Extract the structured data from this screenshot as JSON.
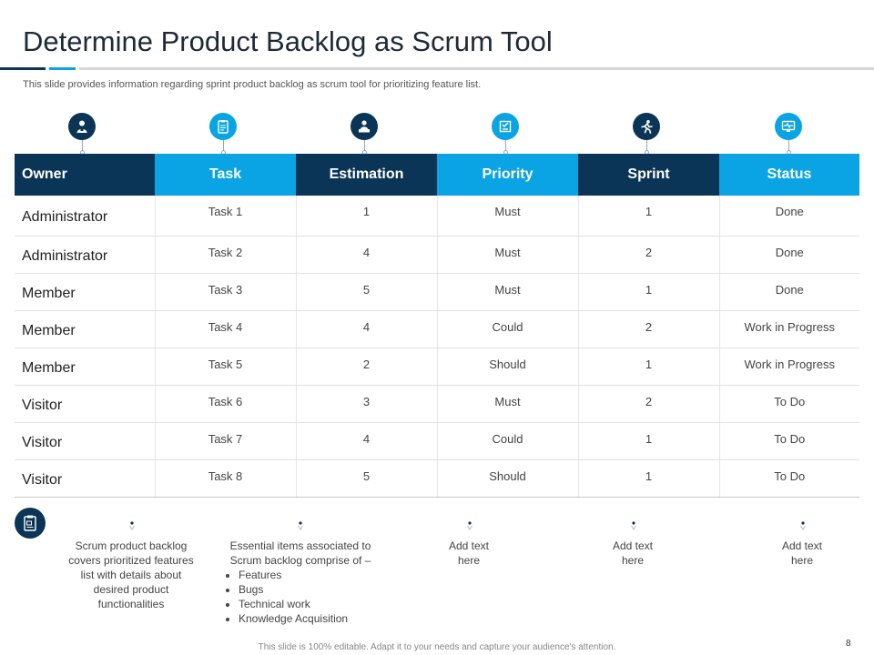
{
  "title": "Determine Product Backlog as Scrum Tool",
  "subtitle": "This slide provides information regarding sprint product backlog as scrum tool for prioritizing feature list.",
  "colors": {
    "dark": "#0b3556",
    "light": "#0aa4e4"
  },
  "columns": [
    {
      "label": "Owner",
      "icon": "user-badge-icon",
      "color": "dark"
    },
    {
      "label": "Task",
      "icon": "clipboard-icon",
      "color": "light"
    },
    {
      "label": "Estimation",
      "icon": "presenter-icon",
      "color": "dark"
    },
    {
      "label": "Priority",
      "icon": "checklist-icon",
      "color": "light"
    },
    {
      "label": "Sprint",
      "icon": "runner-icon",
      "color": "dark"
    },
    {
      "label": "Status",
      "icon": "monitor-pulse-icon",
      "color": "light"
    }
  ],
  "rows": [
    [
      "Administrator",
      "Task 1",
      "1",
      "Must",
      "1",
      "Done"
    ],
    [
      "Administrator",
      "Task 2",
      "4",
      "Must",
      "2",
      "Done"
    ],
    [
      "Member",
      "Task 3",
      "5",
      "Must",
      "1",
      "Done"
    ],
    [
      "Member",
      "Task 4",
      "4",
      "Could",
      "2",
      "Work in Progress"
    ],
    [
      "Member",
      "Task 5",
      "2",
      "Should",
      "1",
      "Work in Progress"
    ],
    [
      "Visitor",
      "Task 6",
      "3",
      "Must",
      "2",
      "To Do"
    ],
    [
      "Visitor",
      "Task 7",
      "4",
      "Could",
      "1",
      "To Do"
    ],
    [
      "Visitor",
      "Task 8",
      "5",
      "Should",
      "1",
      "To Do"
    ]
  ],
  "notes": {
    "icon": "clipboard-notes-icon",
    "note1": "Scrum product backlog covers prioritized features list with details about desired product functionalities",
    "note2_intro": "Essential items associated to Scrum backlog comprise of –",
    "note2_items": [
      "Features",
      "Bugs",
      "Technical work",
      "Knowledge Acquisition"
    ],
    "note3": "Add text here",
    "note4": "Add text here",
    "note5": "Add text here"
  },
  "footer": "This slide is 100% editable. Adapt it to your needs and capture your audience's attention.",
  "page_number": "8"
}
